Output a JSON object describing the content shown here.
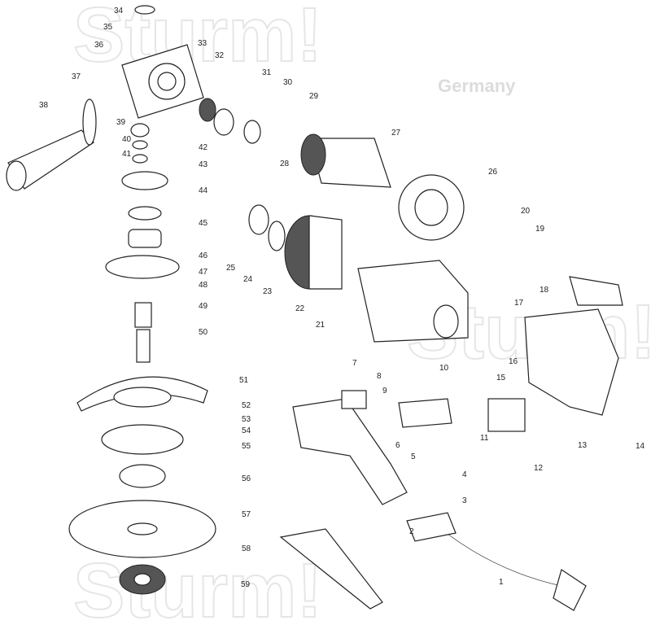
{
  "watermark": {
    "brand": "Sturm!",
    "country": "Germany"
  },
  "parts": [
    "1",
    "2",
    "3",
    "4",
    "5",
    "6",
    "7",
    "8",
    "9",
    "10",
    "11",
    "12",
    "13",
    "14",
    "15",
    "16",
    "17",
    "18",
    "19",
    "20",
    "21",
    "22",
    "23",
    "24",
    "25",
    "26",
    "27",
    "28",
    "29",
    "30",
    "31",
    "32",
    "33",
    "34",
    "35",
    "36",
    "37",
    "38",
    "39",
    "40",
    "41",
    "42",
    "43",
    "44",
    "45",
    "46",
    "47",
    "48",
    "49",
    "50",
    "51",
    "52",
    "53",
    "54",
    "55",
    "56",
    "57",
    "58",
    "59"
  ]
}
